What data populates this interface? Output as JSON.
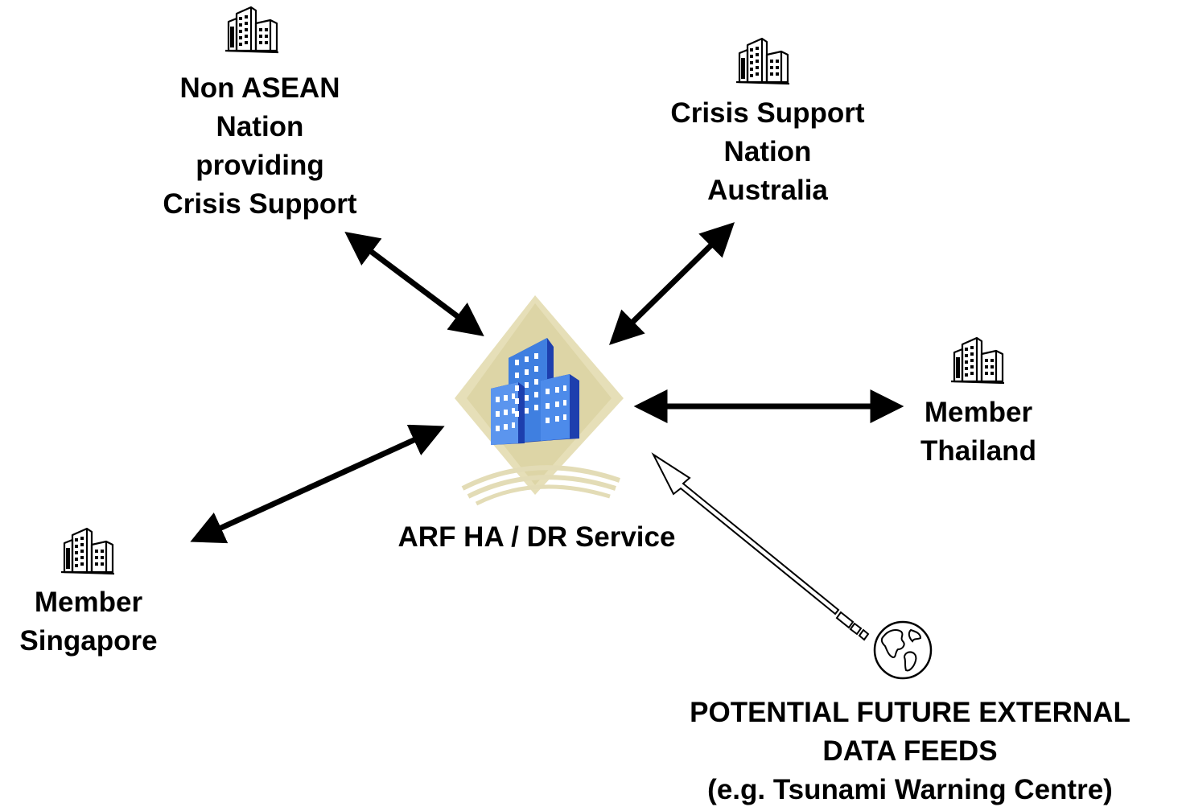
{
  "nodes": {
    "non_asean": {
      "lines": [
        "Non ASEAN",
        "Nation",
        "providing",
        "Crisis Support"
      ]
    },
    "australia": {
      "lines": [
        "Crisis Support",
        "Nation",
        "Australia"
      ]
    },
    "thailand": {
      "lines": [
        "Member",
        "Thailand"
      ]
    },
    "singapore": {
      "lines": [
        "Member",
        "Singapore"
      ]
    },
    "hub": {
      "lines": [
        "ARF HA / DR Service"
      ]
    },
    "external_feeds": {
      "lines": [
        "POTENTIAL FUTURE  EXTERNAL",
        "DATA FEEDS",
        "(e.g. Tsunami Warning Centre)"
      ]
    }
  },
  "icons": [
    "building-icon",
    "hub-building-icon",
    "globe-icon"
  ],
  "colors": {
    "text": "#000000",
    "arrow": "#000000",
    "hub_diamond": "#e6dfb8",
    "hub_building": "#3f7fe0",
    "hub_building_shade": "#1d3fae"
  }
}
